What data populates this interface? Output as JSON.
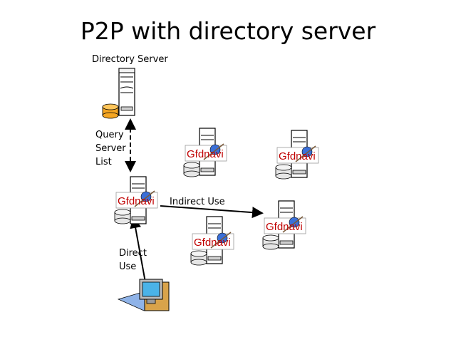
{
  "title": "P2P with directory server",
  "labels": {
    "directory_server": "Directory Server",
    "query_line1": "Query",
    "query_line2": "Server",
    "query_line3": "List",
    "indirect_use": "Indirect Use",
    "direct_line1": "Direct",
    "direct_line2": "Use"
  },
  "node_label": "Gfdnavi",
  "colors": {
    "db_orange": "#f5a623",
    "db_gray": "#e6e6e6",
    "label_red": "#c00000",
    "monitor_blue": "#3a6fd8"
  }
}
